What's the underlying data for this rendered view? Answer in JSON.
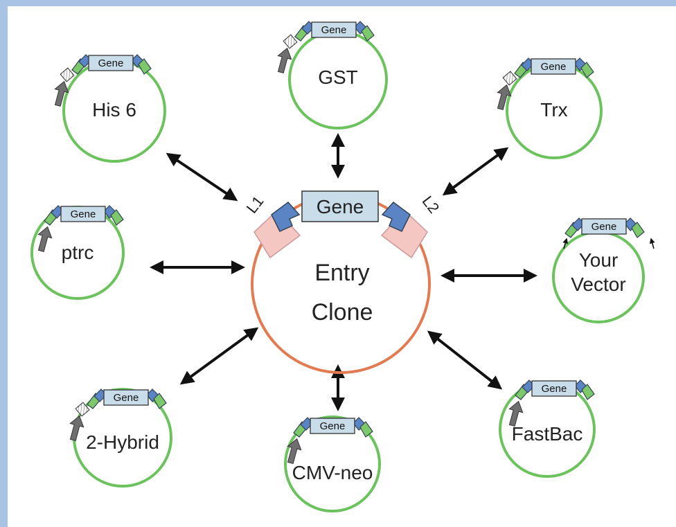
{
  "colors": {
    "frame": "#a8c3e4",
    "vector_ring": "#6cc35e",
    "entry_ring": "#e37b52",
    "gene_box_fill": "#c9dcea",
    "att_blue": "#5b84c4",
    "att_green": "#7cc86a",
    "att_pink": "#f4c7c3",
    "promoter_arrow": "#6f6f6f",
    "double_arrow": "#111111"
  },
  "entry_clone": {
    "gene_label": "Gene",
    "left_site": "L1",
    "right_site": "L2",
    "name_line1": "Entry",
    "name_line2": "Clone"
  },
  "vectors": [
    {
      "id": "gst",
      "label": "GST",
      "gene_label": "Gene",
      "icon": "promoter-tag-arrow"
    },
    {
      "id": "his6",
      "label": "His 6",
      "gene_label": "Gene",
      "icon": "promoter-tag-arrow"
    },
    {
      "id": "trx",
      "label": "Trx",
      "gene_label": "Gene",
      "icon": "promoter-tag-arrow"
    },
    {
      "id": "ptrc",
      "label": "ptrc",
      "gene_label": "Gene",
      "icon": "promoter-arrow"
    },
    {
      "id": "your-vector",
      "label_line1": "Your",
      "label_line2": "Vector",
      "gene_label": "Gene",
      "icon": "small-arrows"
    },
    {
      "id": "2-hybrid",
      "label": "2-Hybrid",
      "gene_label": "Gene",
      "icon": "promoter-tag-arrow"
    },
    {
      "id": "cmv-neo",
      "label": "CMV-neo",
      "gene_label": "Gene",
      "icon": "promoter-arrow"
    },
    {
      "id": "fastbac",
      "label": "FastBac",
      "gene_label": "Gene",
      "icon": "promoter-arrow"
    }
  ]
}
